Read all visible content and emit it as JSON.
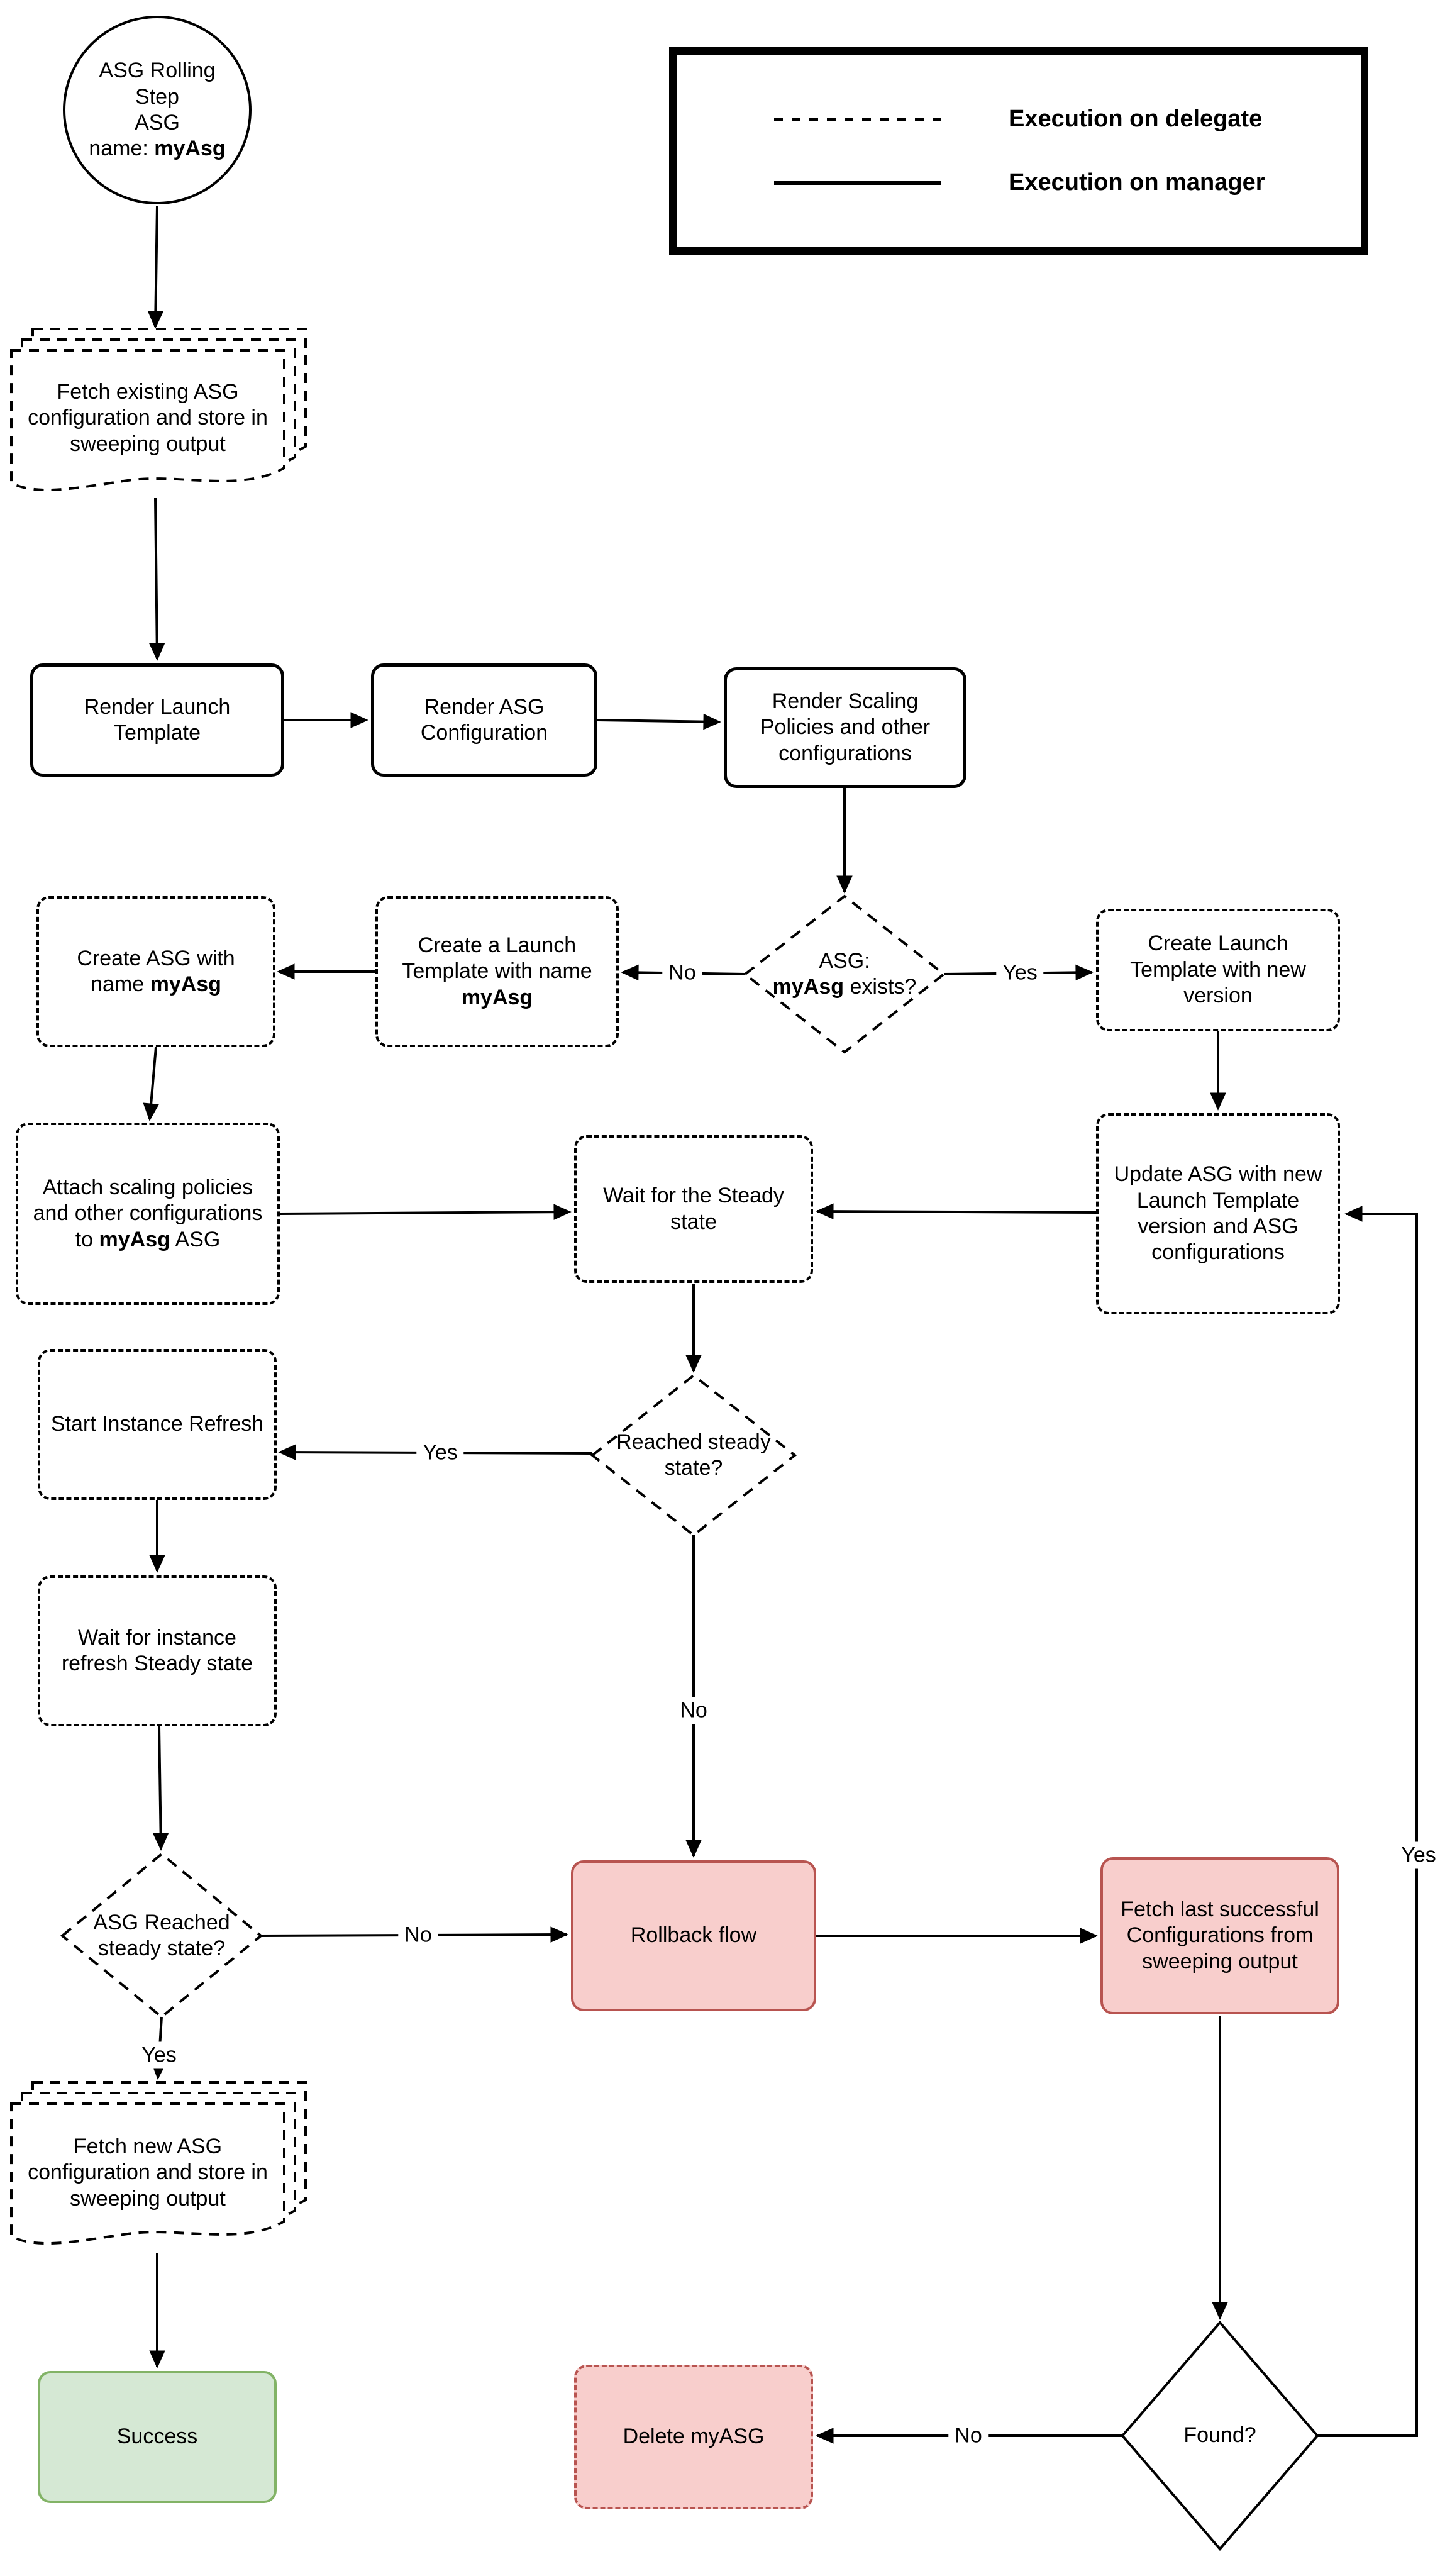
{
  "diagram": {
    "legend": {
      "delegate_label": "Execution on delegate",
      "manager_label": "Execution on manager"
    },
    "colors": {
      "stroke": "#000000",
      "danger_fill": "#f8cecc",
      "danger_border": "#b85450",
      "success_fill": "#d5e8d4",
      "success_border": "#82b366",
      "background": "#ffffff"
    },
    "nodes": {
      "start_circle": {
        "line1": "ASG Rolling Step",
        "line2": "ASG",
        "name_prefix": "name: ",
        "name_bold": "myAsg"
      },
      "fetch_existing": {
        "text": "Fetch existing ASG configuration and store in sweeping output"
      },
      "render_launch_template": {
        "text": "Render Launch Template"
      },
      "render_asg_configuration": {
        "text": "Render ASG Configuration"
      },
      "render_scaling_policies": {
        "text": "Render Scaling Policies and other configurations"
      },
      "asg_exists_decision": {
        "line1": "ASG:",
        "bold": "myAsg",
        "suffix": " exists?"
      },
      "create_launch_template_new_version": {
        "text": "Create Launch Template with new version"
      },
      "create_launch_template_myasg": {
        "prefix": "Create a Launch Template with name ",
        "bold": "myAsg"
      },
      "create_asg": {
        "prefix": "Create ASG with name ",
        "bold": "myAsg"
      },
      "attach_scaling_policies": {
        "prefix": "Attach scaling policies and other configurations to ",
        "bold": "myAsg",
        "suffix": " ASG"
      },
      "wait_steady_state": {
        "text": "Wait for the Steady state"
      },
      "update_asg": {
        "text": "Update ASG with new Launch Template version and ASG configurations"
      },
      "reached_steady_state_decision": {
        "text": "Reached steady state?"
      },
      "start_instance_refresh": {
        "text": "Start Instance Refresh"
      },
      "wait_instance_refresh": {
        "text": "Wait for instance refresh Steady state"
      },
      "asg_reached_steady_state_decision": {
        "text": "ASG Reached steady state?"
      },
      "rollback_flow": {
        "text": "Rollback flow"
      },
      "fetch_last_successful": {
        "text": "Fetch last successful Configurations from sweeping output"
      },
      "fetch_new_asg": {
        "text": "Fetch new ASG configuration and store in sweeping output"
      },
      "success": {
        "text": "Success"
      },
      "delete_myasg": {
        "text": "Delete myASG"
      },
      "found_decision": {
        "text": "Found?"
      }
    },
    "edge_labels": {
      "asg_exists_no": "No",
      "asg_exists_yes": "Yes",
      "reached_yes": "Yes",
      "reached_no": "No",
      "asg_reached_no": "No",
      "asg_reached_yes": "Yes",
      "found_no": "No",
      "found_yes": "Yes"
    }
  }
}
